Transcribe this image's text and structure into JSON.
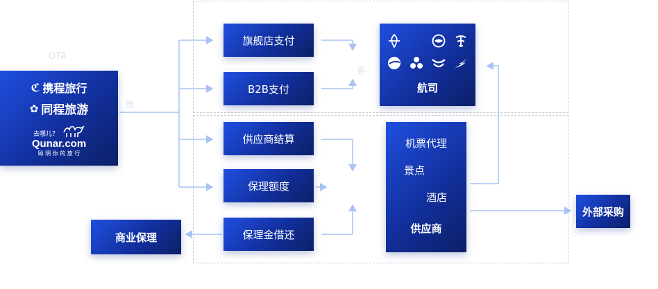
{
  "company": {
    "ctrip": "携程旅行",
    "tongcheng": "同程旅游",
    "qunar_tagline": "去哪儿？",
    "qunar_name": "Qunar.com",
    "qunar_slogan": "聪 明 你 的 旅 行"
  },
  "payment": {
    "flagship_pay": "旗舰店支付",
    "b2b_pay": "B2B支付"
  },
  "finance": {
    "supplier_settlement": "供应商结算",
    "factoring_limit": "保理额度",
    "factoring_loan": "保理金借还"
  },
  "airlines": {
    "label": "航司",
    "logos": [
      "china-southern-icon",
      "hainan-icon",
      "china-eastern-icon",
      "air-china-icon",
      "xiamen-icon",
      "sichuan-icon",
      "shenzhen-icon",
      "shanghai-icon"
    ]
  },
  "supplier": {
    "ticket_agent": "机票代理",
    "attractions": "景点",
    "hotels": "酒店",
    "label": "供应商"
  },
  "external": {
    "label": "外部采购"
  },
  "commercial": {
    "label": "商业保理"
  },
  "colors": {
    "box_start": "#1f4fe0",
    "box_end": "#0c1f66",
    "arrow": "#a9c3f2",
    "dash": "#c5c9d2"
  }
}
